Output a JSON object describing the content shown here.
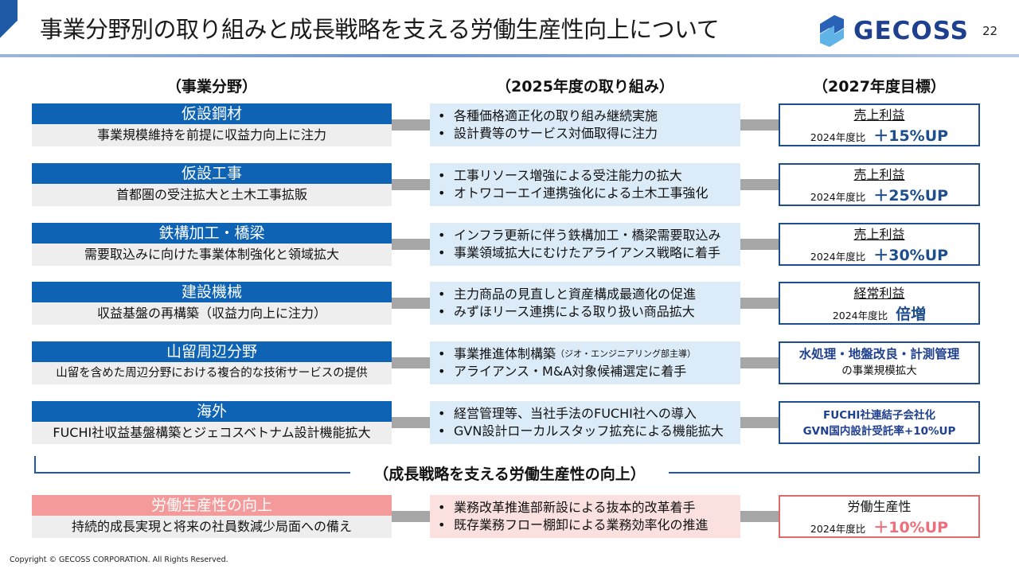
{
  "header": {
    "title": "事業分野別の取り組みと成長戦略を支える労働生産性向上について",
    "logo_text": "GECOSS",
    "page_number": "22"
  },
  "columns": {
    "field": "（事業分野）",
    "initiatives": "（2025年度の取り組み）",
    "targets": "（2027年度目標）"
  },
  "rows": [
    {
      "name": "仮設鋼材",
      "sub": "事業規模維持を前提に収益力向上に注力",
      "bullets": [
        "各種価格適正化の取り組み継続実施",
        "設計費等のサービス対価取得に注力"
      ],
      "target_metric": "売上利益",
      "target_base": "2024年度比",
      "target_value": "＋15%UP"
    },
    {
      "name": "仮設工事",
      "sub": "首都圏の受注拡大と土木工事拡販",
      "bullets": [
        "工事リソース増強による受注能力の拡大",
        "オトワコーエイ連携強化による土木工事強化"
      ],
      "target_metric": "売上利益",
      "target_base": "2024年度比",
      "target_value": "＋25%UP"
    },
    {
      "name": "鉄構加工・橋梁",
      "sub": "需要取込みに向けた事業体制強化と領域拡大",
      "bullets": [
        "インフラ更新に伴う鉄構加工・橋梁需要取込み",
        "事業領域拡大にむけたアライアンス戦略に着手"
      ],
      "target_metric": "売上利益",
      "target_base": "2024年度比",
      "target_value": "＋30%UP"
    },
    {
      "name": "建設機械",
      "sub": "収益基盤の再構築（収益力向上に注力）",
      "bullets": [
        "主力商品の見直しと資産構成最適化の促進",
        "みずほリース連携による取り扱い商品拡大"
      ],
      "target_metric": "経常利益",
      "target_base": "2024年度比",
      "target_value": "倍増"
    },
    {
      "name": "山留周辺分野",
      "sub": "山留を含めた周辺分野における複合的な技術サービスの提供",
      "bullets": [
        "事業推進体制構築",
        "アライアンス・M&A対象候補選定に着手"
      ],
      "bullet_note": "（ジオ・エンジニアリング部主導）",
      "target_line1": "水処理・地盤改良・計測管理",
      "target_line2": "の事業規模拡大"
    },
    {
      "name": "海外",
      "sub": "FUCHI社収益基盤構築とジェコスベトナム設計機能拡大",
      "bullets": [
        "経営管理等、当社手法のFUCHI社への導入",
        "GVN設計ローカルスタッフ拡充による機能拡大"
      ],
      "target_line1": "FUCHI社連結子会社化",
      "target_line2": "GVN国内設計受託率+10%UP"
    }
  ],
  "growth": {
    "label": "（成長戦略を支える労働生産性の向上）",
    "name": "労働生産性の向上",
    "sub": "持続的成長実現と将来の社員数減少局面への備え",
    "bullets": [
      "業務改革推進部新設による抜本的改革着手",
      "既存業務フロー棚卸による業務効率化の推進"
    ],
    "target_metric": "労働生産性",
    "target_base": "2024年度比",
    "target_value": "＋10%UP"
  },
  "bullet_glyph": "•",
  "footer": {
    "copyright": "Copyright © GECOSS CORPORATION. All Rights Reserved."
  },
  "colors": {
    "primary_blue": "#0e63b4",
    "navy": "#1f4e8c",
    "light_blue": "#dcebf8",
    "pink": "#f49a9a",
    "light_pink": "#fbe0e0",
    "accent_red": "#ec6f7b",
    "connector_gray": "#a6a6a6"
  }
}
